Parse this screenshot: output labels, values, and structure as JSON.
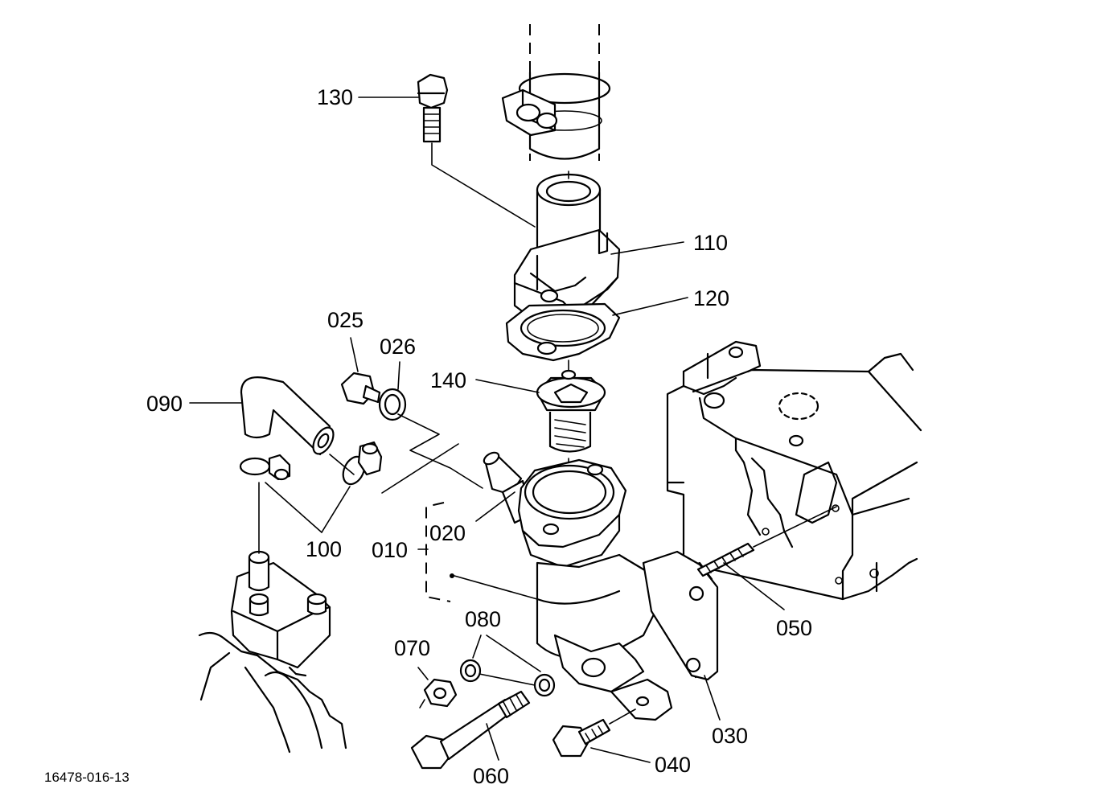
{
  "labels": {
    "p010": "010",
    "p020": "020",
    "p025": "025",
    "p026": "026",
    "p030": "030",
    "p040": "040",
    "p050": "050",
    "p060": "060",
    "p070": "070",
    "p080": "080",
    "p090": "090",
    "p100": "100",
    "p110": "110",
    "p120": "120",
    "p130": "130",
    "p140": "140"
  },
  "figure_code": "16478-016-13"
}
